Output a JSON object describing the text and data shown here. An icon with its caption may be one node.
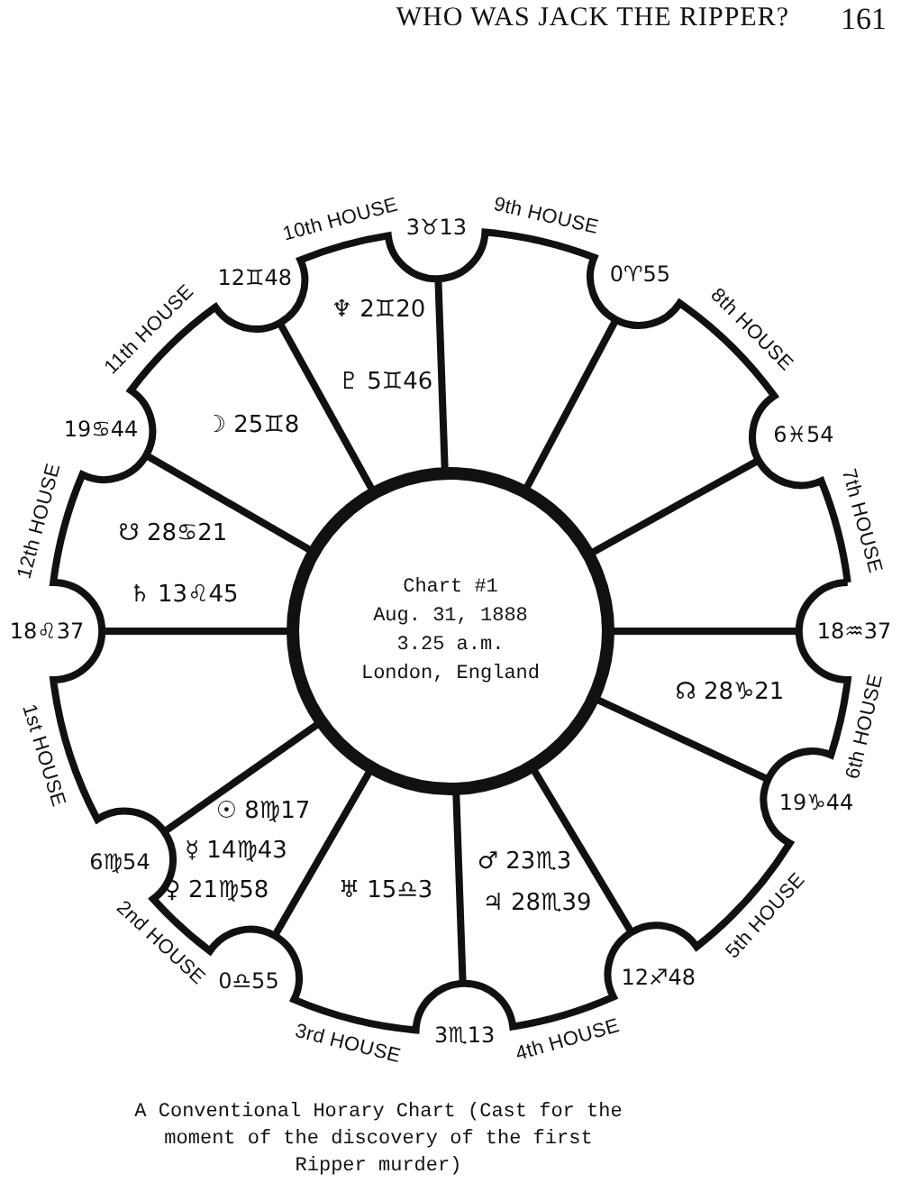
{
  "diagram": {
    "caption": "A Conventional Horary Chart (Cast for the moment of the discovery of the first Ripper murder)",
    "nodes": [
      {
        "text": [
          "Chart #1",
          "Aug. 31, 1888",
          "3.25 a.m.",
          "London, England"
        ]
      },
      {
        "text": [
          "3♉13"
        ]
      },
      {
        "text": [
          "0♈55"
        ]
      },
      {
        "text": [
          "6♓54"
        ]
      },
      {
        "text": [
          "18♒37"
        ]
      },
      {
        "text": [
          "19♑44"
        ]
      },
      {
        "text": [
          "12♐48"
        ]
      },
      {
        "text": [
          "3♏13"
        ]
      },
      {
        "text": [
          "0♎55"
        ]
      },
      {
        "text": [
          "6♍54"
        ]
      },
      {
        "text": [
          "18♌37"
        ]
      },
      {
        "text": [
          "19♋44"
        ]
      },
      {
        "text": [
          "12♊48"
        ]
      }
    ],
    "edges": [],
    "labels": [
      "WHO WAS JACK THE RIPPER?",
      "161",
      "10th HOUSE",
      "9th HOUSE",
      "8th HOUSE",
      "7th HOUSE",
      "6th HOUSE",
      "5th HOUSE",
      "3rd HOUSE",
      "4th HOUSE",
      "2nd HOUSE",
      "1st HOUSE",
      "12th HOUSE",
      "11th HOUSE",
      "♆ 2♊20",
      "♇ 5♊46",
      "☽ 25♊8",
      "☋ 28♋21",
      "♄ 13♌45",
      "☊ 28♑21",
      "☉ 8♍17",
      "☿ 14♍43",
      "♀ 21♍58",
      "♅ 15♎3",
      "♂ 23♏3",
      "♃ 28♏39"
    ]
  }
}
